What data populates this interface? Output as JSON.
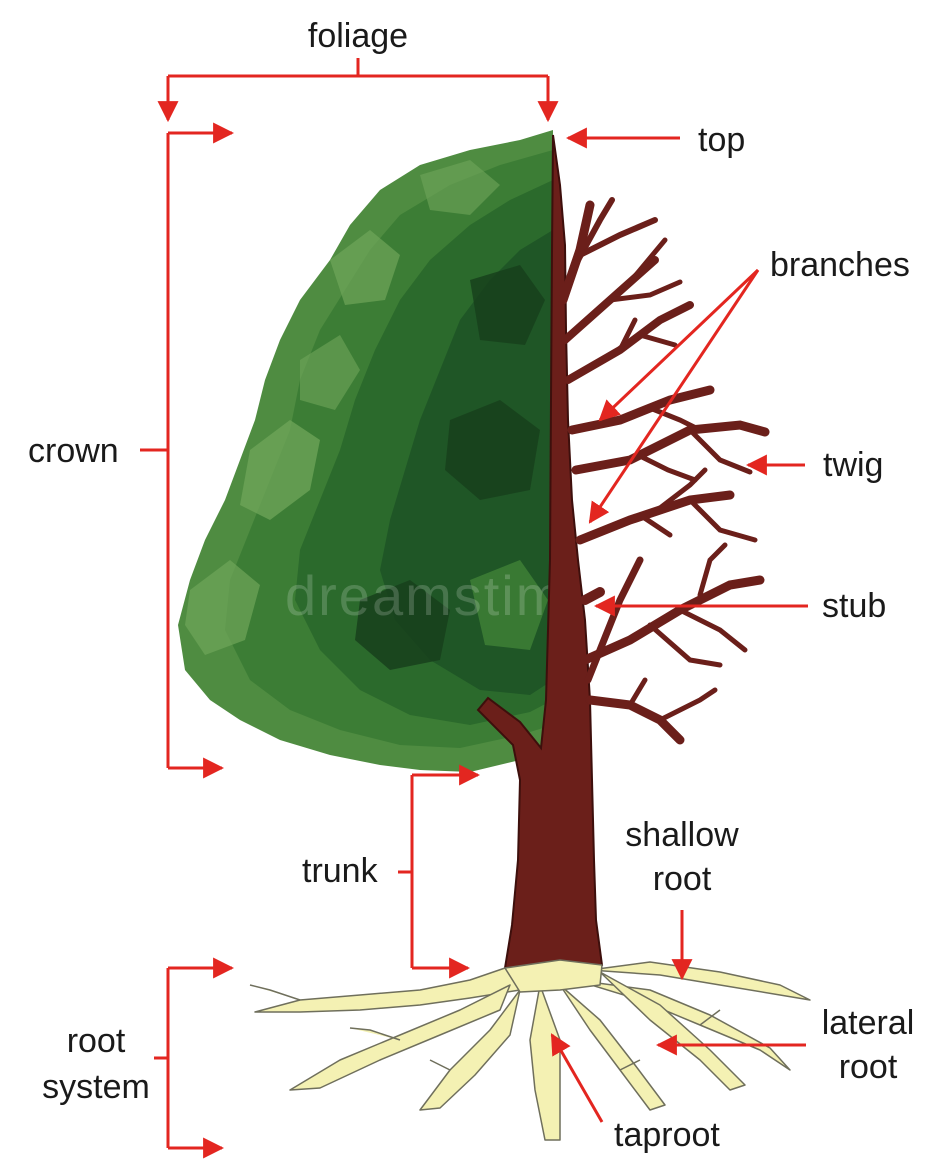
{
  "colors": {
    "arrow": "#e32620",
    "bark": "#6b1f1a",
    "bark_outline": "#3d0f0c",
    "root_fill": "#f4f1b3",
    "root_outline": "#6f6f5c",
    "leaf_dark": "#1f5626",
    "leaf_mid": "#3c7d35",
    "leaf_light": "#6fa55a"
  },
  "labels": {
    "foliage": "foliage",
    "top": "top",
    "branches": "branches",
    "crown": "crown",
    "twig": "twig",
    "stub": "stub",
    "trunk": "trunk",
    "shallow_root_line1": "shallow",
    "shallow_root_line2": "root",
    "root_system_line1": "root",
    "root_system_line2": "system",
    "lateral_root_line1": "lateral",
    "lateral_root_line2": "root",
    "taproot": "taproot"
  },
  "watermark": "dreamstime"
}
